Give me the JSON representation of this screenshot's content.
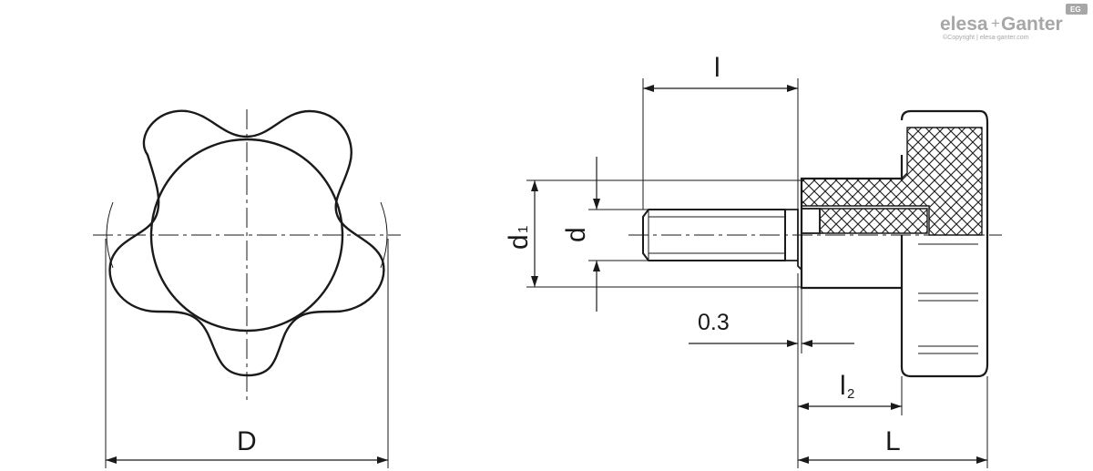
{
  "brand": {
    "name_left": "elesa",
    "plus": "+",
    "name_right": "Ganter",
    "copyright": "©Copyright | elesa-ganter.com",
    "badge": "EG"
  },
  "dimensions": {
    "D": "D",
    "l": "l",
    "d1_main": "d",
    "d1_sub": "1",
    "d": "d",
    "gap": "0.3",
    "l2_main": "l",
    "l2_sub": "2",
    "L": "L"
  },
  "colors": {
    "line": "#1a1a1a",
    "logo": "#a7a7a7"
  }
}
